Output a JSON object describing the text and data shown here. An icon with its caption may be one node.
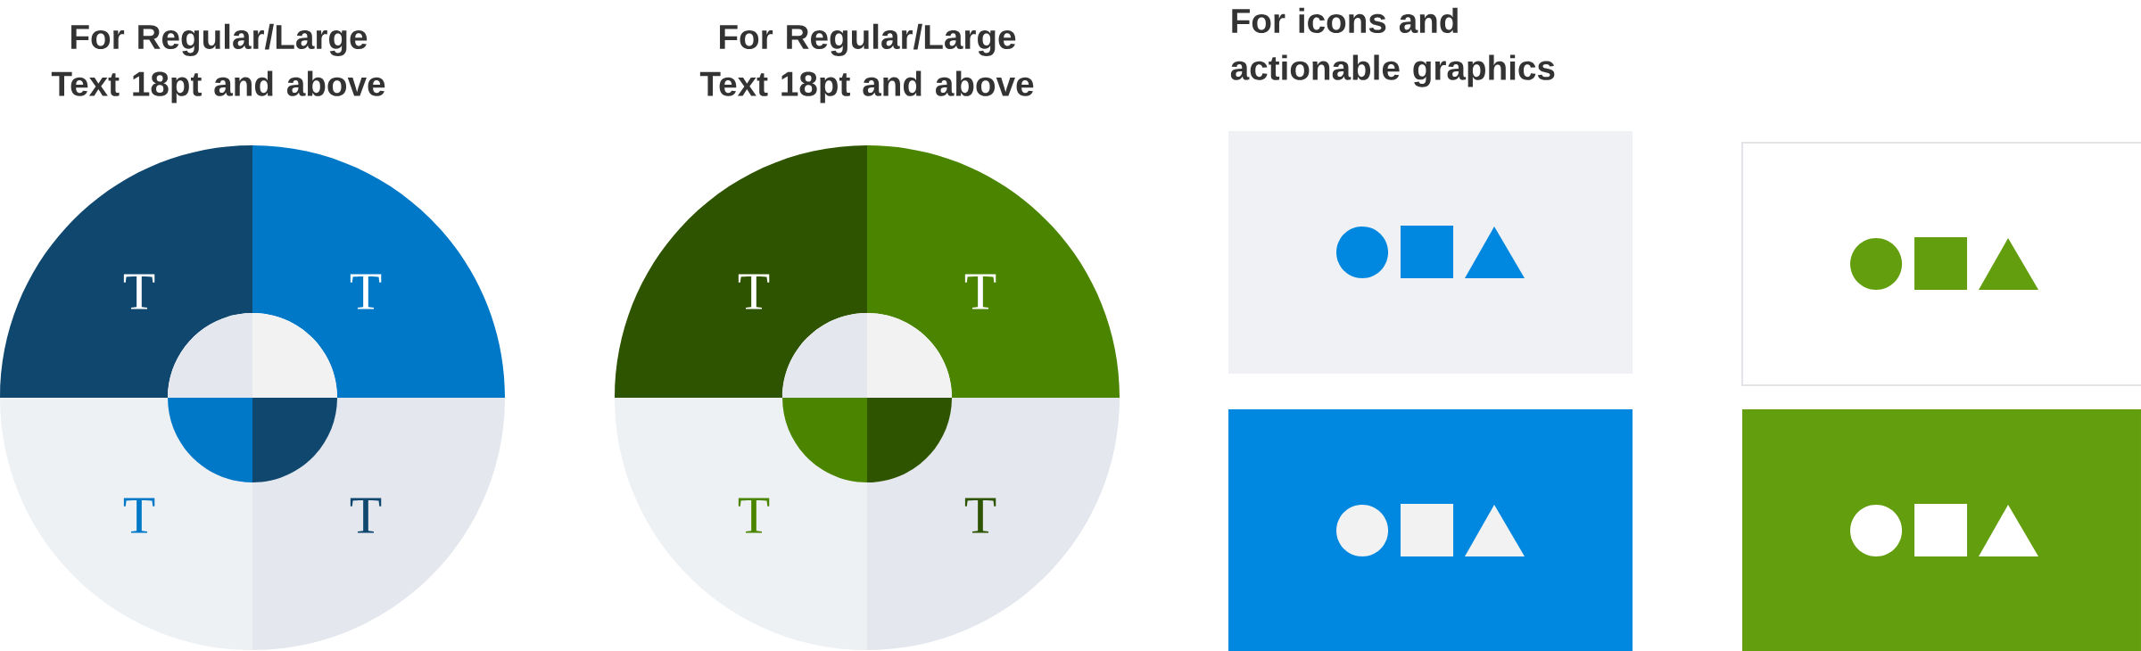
{
  "diagram": {
    "nodes": [
      {
        "text": [
          "T"
        ]
      },
      {
        "text": [
          "T"
        ]
      },
      {
        "text": [
          "T"
        ]
      },
      {
        "text": [
          "T"
        ]
      },
      {
        "text": [
          "T"
        ]
      },
      {
        "text": [
          "T"
        ]
      },
      {
        "text": [
          "T"
        ]
      },
      {
        "text": [
          "T"
        ]
      },
      {
        "text": [],
        "shape": "box"
      },
      {
        "text": [],
        "shape": "box"
      },
      {
        "text": [],
        "shape": "box"
      },
      {
        "text": [],
        "shape": "box"
      }
    ],
    "labels": [
      "For Regular/Large Text 18pt and above",
      "For Regular/Large Text 18pt and above",
      "For icons and actionable graphics"
    ]
  }
}
